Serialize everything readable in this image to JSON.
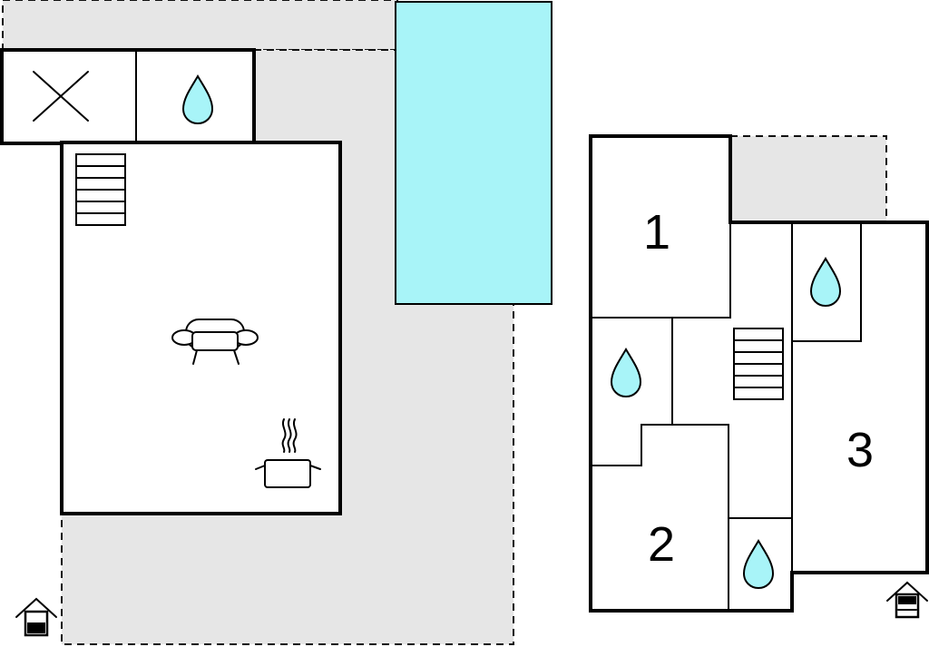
{
  "floorplan": {
    "rooms": [
      {
        "id": "bedroom-1",
        "number": "1"
      },
      {
        "id": "bedroom-2",
        "number": "2"
      },
      {
        "id": "bedroom-3",
        "number": "3"
      }
    ],
    "icons": {
      "bathroom": "water-drop-icon",
      "storage": "cross-icon",
      "living": "sofa-icon",
      "kitchen": "cooking-pot-icon",
      "stairs": "stairs-icon",
      "entrance": "house-entrance-icon",
      "pool": "pool"
    },
    "colors": {
      "pool": "#a8f4f8",
      "terrace": "#e6e6e6",
      "walls": "#000000"
    }
  }
}
